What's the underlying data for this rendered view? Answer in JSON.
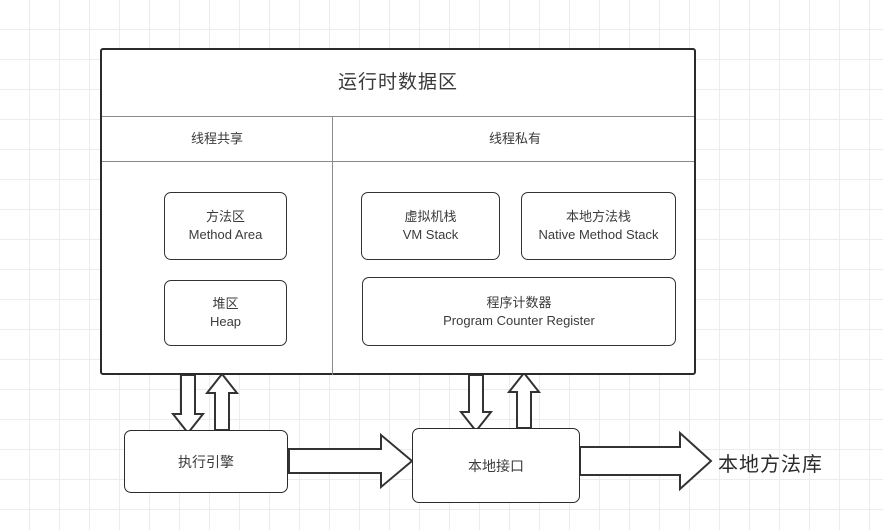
{
  "diagram": {
    "title": "运行时数据区",
    "columns": [
      {
        "label": "线程共享"
      },
      {
        "label": "线程私有"
      }
    ],
    "memory_areas": [
      {
        "name_cn": "方法区",
        "name_en": "Method Area"
      },
      {
        "name_cn": "堆区",
        "name_en": "Heap"
      },
      {
        "name_cn": "虚拟机栈",
        "name_en": "VM Stack"
      },
      {
        "name_cn": "本地方法栈",
        "name_en": "Native Method Stack"
      },
      {
        "name_cn": "程序计数器",
        "name_en": "Program Counter Register"
      }
    ],
    "components": [
      {
        "label": "执行引擎"
      },
      {
        "label": "本地接口"
      }
    ],
    "external_label": "本地方法库",
    "colors": {
      "outer_border": "#2b2b2b",
      "inner_border": "#333333",
      "divider": "#8a8a8a",
      "text": "#3b3b3b",
      "grid": "#ececec",
      "background": "#ffffff",
      "arrow_stroke": "#333333"
    }
  }
}
